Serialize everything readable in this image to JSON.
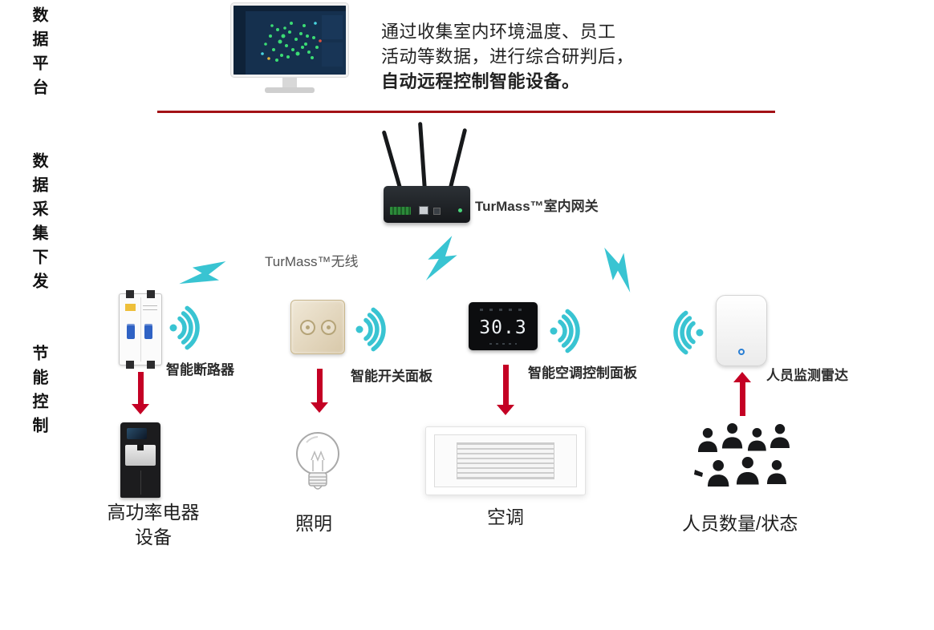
{
  "colors": {
    "accent_cyan": "#39c4d2",
    "arrow_red": "#c40024",
    "divider_red": "#a31116",
    "screen_navy": "#15304e",
    "dot_green": "#3bdc74"
  },
  "sidebar": {
    "labels": [
      "数据平台",
      "数据采集下发",
      "节能控制"
    ]
  },
  "intro": {
    "line1": "通过收集室内环境温度、员工",
    "line2": "活动等数据，进行综合研判后，",
    "line3": "自动远程控制智能设备。"
  },
  "gateway": {
    "label": "TurMass™室内网关",
    "wireless_label": "TurMass™无线"
  },
  "devices": [
    {
      "label": "智能断路器"
    },
    {
      "label": "智能开关面板"
    },
    {
      "label": "智能空调控制面板",
      "display": "30.3"
    },
    {
      "label": "人员监测雷达"
    }
  ],
  "appliances": [
    {
      "label_line1": "高功率电器",
      "label_line2": "设备"
    },
    {
      "label": "照明"
    },
    {
      "label": "空调"
    },
    {
      "label": "人员数量/状态"
    }
  ]
}
